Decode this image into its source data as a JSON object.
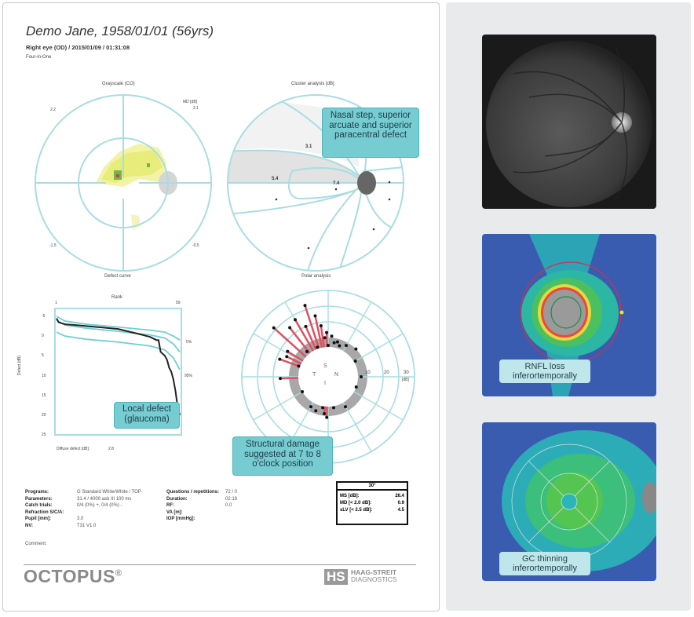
{
  "header": {
    "patient": "Demo Jane, 1958/01/01 (56yrs)",
    "exam": "Right eye (OD) / 2015/01/09 / 01:31:08",
    "layout": "Four-in-One"
  },
  "grayscale": {
    "title": "Grayscale (CO)",
    "md_label": "MD [dB]",
    "corner_values": [
      "2.2",
      "2.1",
      "-1.5",
      "-0.5"
    ]
  },
  "cluster": {
    "title": "Cluster analysis [dB]",
    "values": [
      "3.1",
      "5.4",
      "7.4"
    ],
    "callout": "Nasal step, superior arcuate and superior paracentral defect"
  },
  "defect_curve": {
    "title": "Defect curve",
    "callout": "Local defect (glaucoma)",
    "diffuse_label": "Diffuse defect [dB]:",
    "diffuse_value": "2.8"
  },
  "polar": {
    "title": "Polar analysis",
    "quadrants": [
      "S",
      "T",
      "N",
      "I"
    ],
    "scale_labels": [
      "10",
      "20",
      "30"
    ],
    "unit": "[dB]",
    "callout": "Structural damage suggested at 7 to 8 o'clock position",
    "defect_bars_deg_db": [
      [
        178,
        10
      ],
      [
        200,
        12
      ],
      [
        206,
        9
      ],
      [
        212,
        10
      ],
      [
        222,
        24
      ],
      [
        232,
        18
      ],
      [
        240,
        20
      ],
      [
        246,
        14
      ],
      [
        252,
        25
      ],
      [
        258,
        18
      ],
      [
        262,
        12
      ],
      [
        268,
        8
      ],
      [
        92,
        6
      ],
      [
        96,
        4
      ]
    ]
  },
  "chart_data": {
    "type": "line",
    "title": "Rank",
    "xlabel": "Rank",
    "ylabel": "Defect [dB]",
    "xlim": [
      1,
      59
    ],
    "ylim": [
      -5,
      25
    ],
    "x_ticks": [
      "1",
      "59"
    ],
    "y_ticks": [
      "-5",
      "0",
      "5",
      "10",
      "15",
      "20",
      "25"
    ],
    "series": [
      {
        "name": "5%",
        "x": [
          1,
          5,
          15,
          30,
          45,
          52,
          56,
          59
        ],
        "y": [
          -5,
          -3.8,
          -3,
          -2.3,
          -1.5,
          -1,
          0,
          1
        ]
      },
      {
        "x": [
          1,
          5,
          15,
          30,
          45,
          52,
          56,
          59
        ],
        "y": [
          -4,
          -2.8,
          -2,
          -1.2,
          -0.3,
          0.5,
          2,
          4
        ]
      },
      {
        "name": "95%",
        "x": [
          1,
          5,
          15,
          30,
          45,
          52,
          56,
          59
        ],
        "y": [
          -1,
          0,
          0.8,
          1.5,
          2.5,
          3.5,
          5.5,
          8.5
        ]
      },
      {
        "x": [
          1,
          2,
          5,
          10,
          20,
          30,
          40,
          45,
          48,
          49,
          50,
          52,
          53,
          54,
          55,
          56,
          57,
          58,
          59
        ],
        "y": [
          -4.5,
          -3.5,
          -3,
          -2.8,
          -2.3,
          -1.8,
          -0.5,
          0.2,
          1,
          1,
          4,
          5,
          6,
          8,
          9,
          11,
          14,
          18,
          20
        ]
      }
    ]
  },
  "info": {
    "rows": [
      {
        "label": "Programs:",
        "value": "G Standard   White/White / TOP",
        "label2": "Questions / repetitions:",
        "value2": "72 / 0"
      },
      {
        "label": "Parameters:",
        "value": "31.4  / 4000 asb III 100 ms",
        "label2": "Duration:",
        "value2": "02:19"
      },
      {
        "label": "Catch trials:",
        "value": "0/4 (0%) +, 0/4 (0%) -",
        "label2": "RF:",
        "value2": "0.0"
      },
      {
        "label": "Refraction S/C/A:",
        "value": "",
        "label2": "VA [m]:",
        "value2": ""
      },
      {
        "label": "Pupil [mm]:",
        "value": "3.0",
        "label2": "IOP [mmHg]:",
        "value2": ""
      },
      {
        "label": "NV:",
        "value": "T31 V1.0",
        "label2": "",
        "value2": ""
      }
    ],
    "comment_label": "Comment:"
  },
  "summary": {
    "header": "30°",
    "rows": [
      {
        "label": "MS [dB]:",
        "value": "26.4"
      },
      {
        "label": "MD [< 2.0 dB]:",
        "value": "0.9"
      },
      {
        "label": "sLV [< 2.5 dB]:",
        "value": "4.5"
      }
    ]
  },
  "footer": {
    "brand": "OCTOPUS",
    "reg": "®",
    "logo_mark": "HS",
    "logo_line1": "HAAG-STREIT",
    "logo_line2": "DIAGNOSTICS"
  },
  "side": {
    "rnfl_callout": "RNFL loss inferortemporally",
    "gc_callout": "GC thinning inferortemporally"
  },
  "colors": {
    "accent": "#76ccd1",
    "grid": "#a8dde2",
    "defect": "#e05060"
  }
}
